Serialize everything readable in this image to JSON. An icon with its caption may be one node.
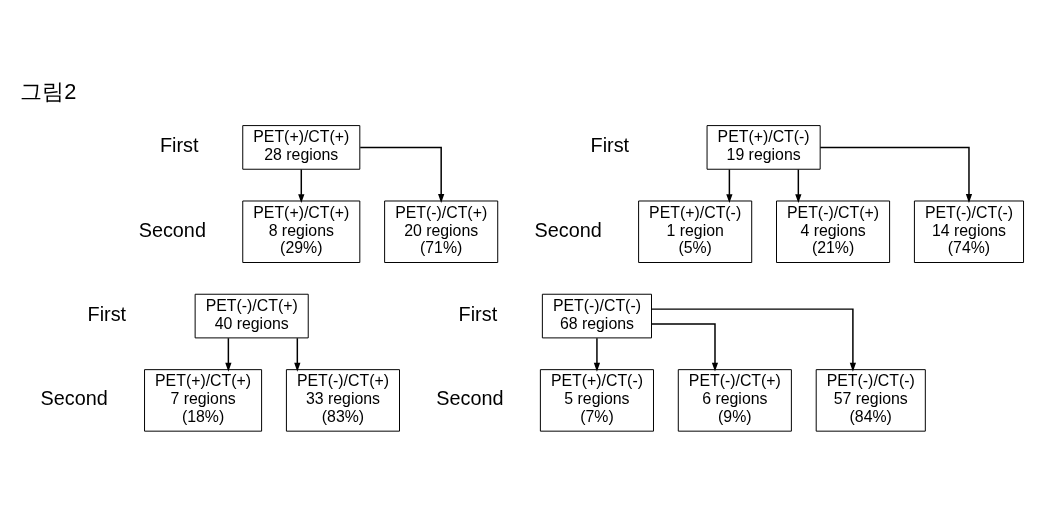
{
  "diagram": {
    "title": "그림2",
    "nodes": [
      {
        "text": [
          "PET(+)/CT(+)",
          "28 regions"
        ]
      },
      {
        "text": [
          "PET(+)/CT(+)",
          "8 regions",
          "(29%)"
        ]
      },
      {
        "text": [
          "PET(-)/CT(+)",
          "20 regions",
          "(71%)"
        ]
      },
      {
        "text": [
          "PET(+)/CT(-)",
          "19 regions"
        ]
      },
      {
        "text": [
          "PET(+)/CT(-)",
          "1 region",
          "(5%)"
        ]
      },
      {
        "text": [
          "PET(-)/CT(+)",
          "4 regions",
          "(21%)"
        ]
      },
      {
        "text": [
          "PET(-)/CT(-)",
          "14 regions",
          "(74%)"
        ]
      },
      {
        "text": [
          "PET(-)/CT(+)",
          "40 regions"
        ]
      },
      {
        "text": [
          "PET(+)/CT(+)",
          "7 regions",
          "(18%)"
        ]
      },
      {
        "text": [
          "PET(-)/CT(+)",
          "33 regions",
          "(83%)"
        ]
      },
      {
        "text": [
          "PET(-)/CT(-)",
          "68 regions"
        ]
      },
      {
        "text": [
          "PET(+)/CT(-)",
          "5 regions",
          "(7%)"
        ]
      },
      {
        "text": [
          "PET(-)/CT(+)",
          "6 regions",
          "(9%)"
        ]
      },
      {
        "text": [
          "PET(-)/CT(-)",
          "57 regions",
          "(84%)"
        ]
      }
    ],
    "edges": [
      {
        "from": 0,
        "to": 1,
        "arrow": "to"
      },
      {
        "from": 0,
        "to": 2,
        "arrow": "to"
      },
      {
        "from": 3,
        "to": 4,
        "arrow": "to"
      },
      {
        "from": 3,
        "to": 5,
        "arrow": "to"
      },
      {
        "from": 3,
        "to": 6,
        "arrow": "to"
      },
      {
        "from": 7,
        "to": 8,
        "arrow": "to"
      },
      {
        "from": 7,
        "to": 9,
        "arrow": "to"
      },
      {
        "from": 10,
        "to": 11,
        "arrow": "to"
      },
      {
        "from": 10,
        "to": 12,
        "arrow": "to"
      },
      {
        "from": 10,
        "to": 13,
        "arrow": "to"
      }
    ],
    "labels": [
      "First",
      "First",
      "Second",
      "Second",
      "First",
      "First",
      "Second",
      "Second"
    ]
  }
}
